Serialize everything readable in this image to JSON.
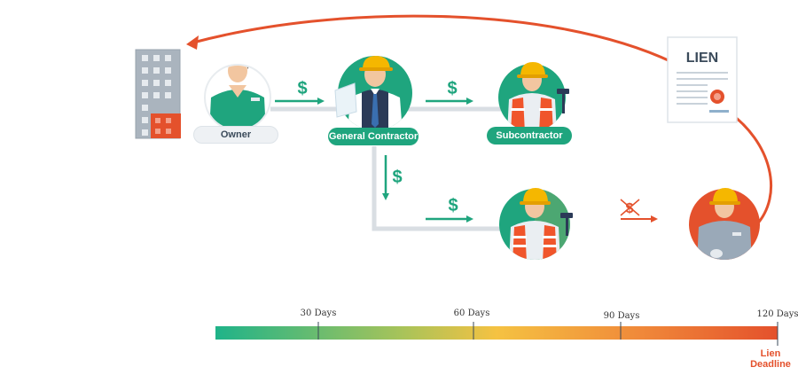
{
  "roles": {
    "owner": "Owner",
    "general_contractor": "General Contractor",
    "subcontractor": "Subcontractor"
  },
  "payment_symbol": "$",
  "document": {
    "title": "LIEN"
  },
  "timeline": {
    "ticks": [
      "30 Days",
      "60 Days",
      "90 Days",
      "120 Days"
    ],
    "deadline_line1": "Lien",
    "deadline_line2": "Deadline"
  },
  "colors": {
    "green": "#1fa57e",
    "red": "#e4512c",
    "yellow": "#f5c242",
    "orange": "#f08a3a",
    "pipe": "#d9dee3"
  }
}
